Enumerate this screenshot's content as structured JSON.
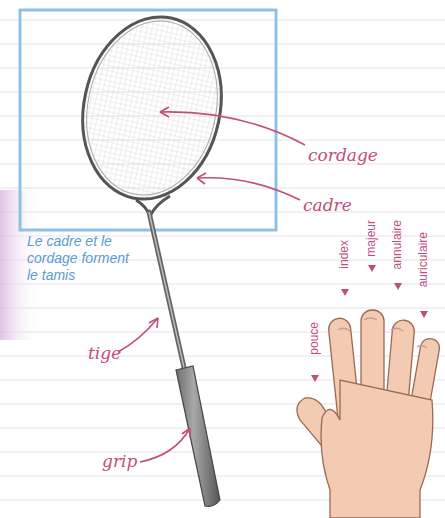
{
  "diagram": {
    "labels": [
      "cordage",
      "cadre",
      "Le cadre et le cordage forment le tamis",
      "tige",
      "grip",
      "pouce",
      "index",
      "majeur",
      "annulaire",
      "auriculaire"
    ]
  }
}
